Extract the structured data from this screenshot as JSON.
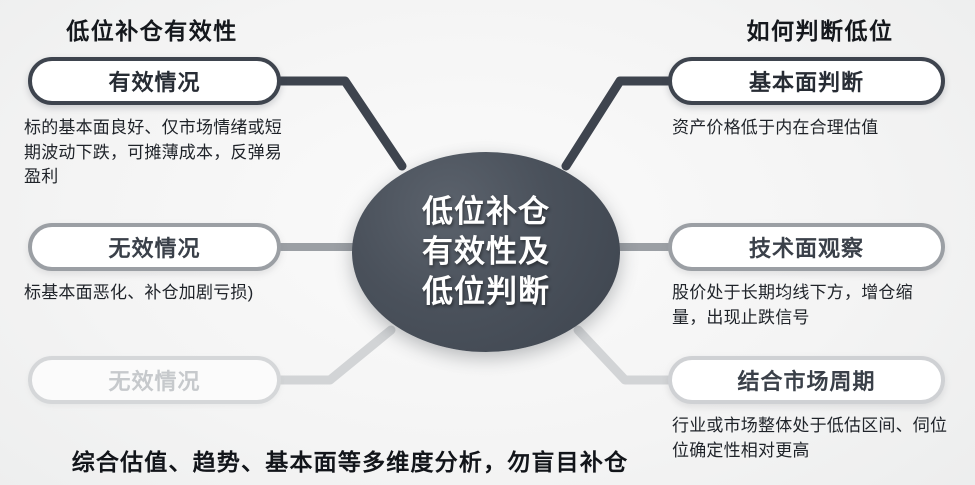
{
  "hub": {
    "title_lines": [
      "低位补仓",
      "有效性及",
      "低位判断"
    ],
    "color": "#434a54",
    "text_color": "#ffffff"
  },
  "columns": {
    "left": {
      "header": "低位补仓有效性",
      "nodes": [
        {
          "label": "有效情况",
          "tone": "dark",
          "description": "标的基本面良好、仅市场情绪或短期波动下跌，可摊薄成本，反弹易盈利"
        },
        {
          "label": "无效情况",
          "tone": "mid",
          "description": "标基本面恶化、补仓加剧亏损)"
        },
        {
          "label": "无效情况",
          "tone": "faded",
          "description": ""
        }
      ]
    },
    "right": {
      "header": "如何判断低位",
      "nodes": [
        {
          "label": "基本面判断",
          "tone": "dark",
          "description": "资产价格低于内在合理估值"
        },
        {
          "label": "技术面观察",
          "tone": "mid",
          "description": "股价处于长期均线下方，增仓缩量，出现止跌信号"
        },
        {
          "label": "结合市场周期",
          "tone": "faded-label",
          "description": "行业或市场整体处于低估区间、伺位位确定性相对更高"
        }
      ]
    }
  },
  "footer": {
    "note": "综合估值、趋势、基本面等多维度分析，勿盲目补仓"
  },
  "palette": {
    "connector_dark": "#3e444e",
    "connector_mid": "#9b9fa4",
    "connector_light": "#d2d4d6",
    "background": "#f3f3f3"
  }
}
